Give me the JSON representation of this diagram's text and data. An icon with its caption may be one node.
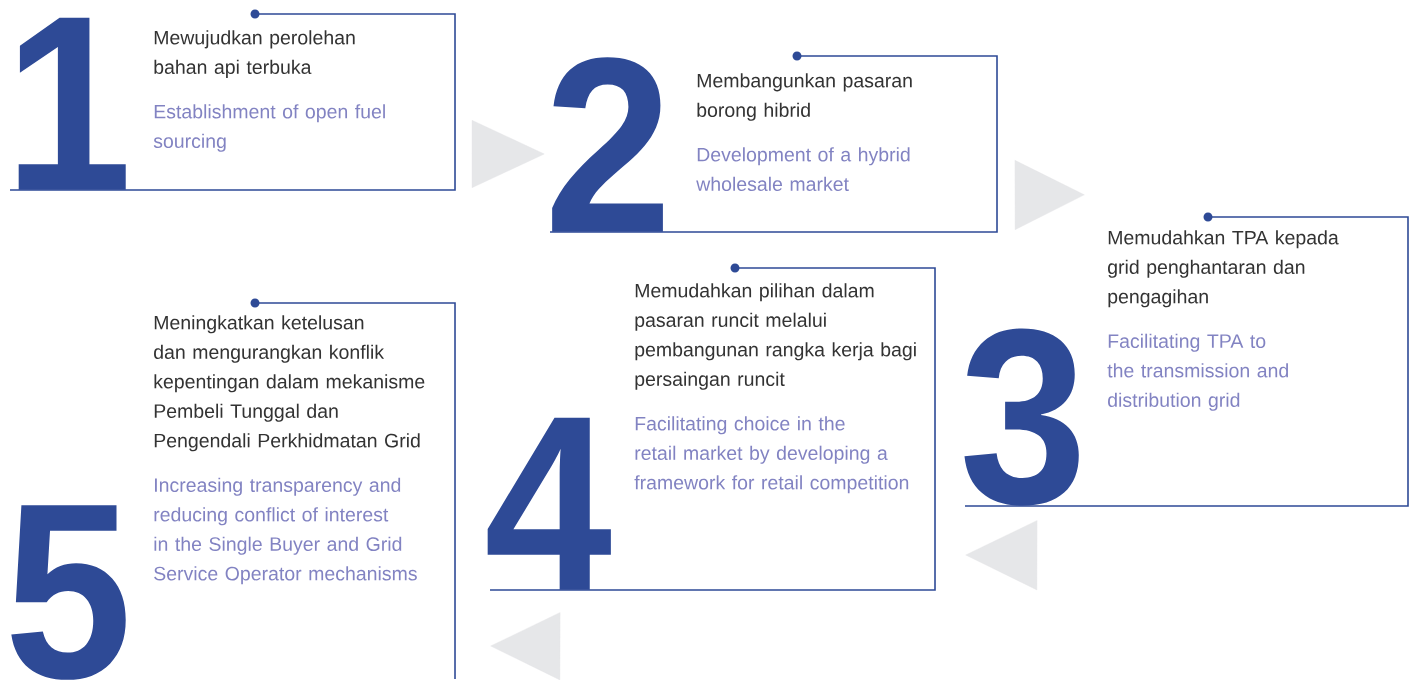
{
  "diagram": {
    "nodes": [
      {
        "text": [
          "1",
          "Mewujudkan perolehan bahan api terbuka",
          "Establishment of open fuel sourcing"
        ]
      },
      {
        "text": [
          "2",
          "Membangunkan pasaran borong hibrid",
          "Development of a hybrid wholesale market"
        ]
      },
      {
        "text": [
          "3",
          "Memudahkan TPA kepada grid penghantaran dan pengagihan",
          "Facilitating TPA to the transmission and distribution grid"
        ]
      },
      {
        "text": [
          "4",
          "Memudahkan pilihan dalam pasaran runcit melalui pembangunan rangka kerja bagi persaingan runcit",
          "Facilitating choice in the retail market by developing a framework for retail competition"
        ]
      },
      {
        "text": [
          "5",
          "Meningkatkan ketelusan dan mengurangkan konflik kepentingan dalam mekanisme Pembeli Tunggal dan Pengendali Perkhidmatan Grid",
          "Increasing transparency and reducing conflict of interest in the Single Buyer and Grid Service Operator mechanisms"
        ]
      }
    ],
    "edges": [
      {
        "from": 0,
        "to": 1,
        "arrow": "to"
      },
      {
        "from": 1,
        "to": 2,
        "arrow": "to"
      },
      {
        "from": 2,
        "to": 3,
        "arrow": "to"
      },
      {
        "from": 3,
        "to": 4,
        "arrow": "to"
      }
    ]
  }
}
